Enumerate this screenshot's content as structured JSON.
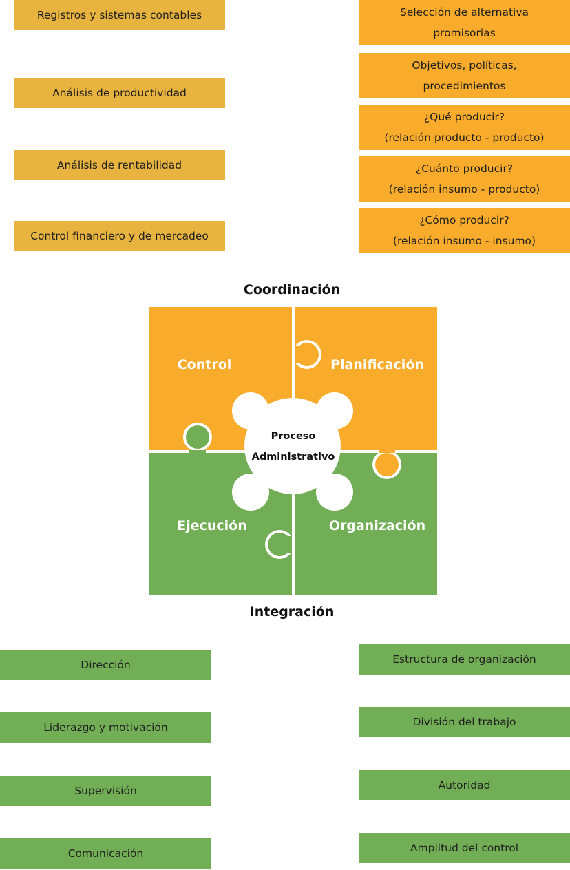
{
  "colors": {
    "gold": "#E8B43F",
    "orange": "#F9AB2C",
    "green": "#72AE55",
    "white": "#FFFFFF"
  },
  "control_items": [
    "Registros y sistemas contables",
    "Análisis de productividad",
    "Análisis de rentabilidad",
    "Control financiero y de mercadeo"
  ],
  "planning_items": [
    [
      "Selección de alternativa",
      "promisorias"
    ],
    [
      "Objetivos, políticas,",
      "procedimientos"
    ],
    [
      "¿Qué producir?",
      "(relación producto - producto)"
    ],
    [
      "¿Cuánto producir?",
      "(relación insumo - producto)"
    ],
    [
      "¿Cómo producir?",
      "(relación insumo - insumo)"
    ]
  ],
  "headings": {
    "top": "Coordinación",
    "bottom": "Integración"
  },
  "puzzle": {
    "control": "Control",
    "planning": "Planificación",
    "execution": "Ejecución",
    "organization": "Organización",
    "center_line1": "Proceso",
    "center_line2": "Administrativo"
  },
  "execution_items": [
    "Dirección",
    "Liderazgo y motivación",
    "Supervisión",
    "Comunicación"
  ],
  "organization_items": [
    "Estructura de organización",
    "División del trabajo",
    "Autoridad",
    "Amplitud del control"
  ]
}
